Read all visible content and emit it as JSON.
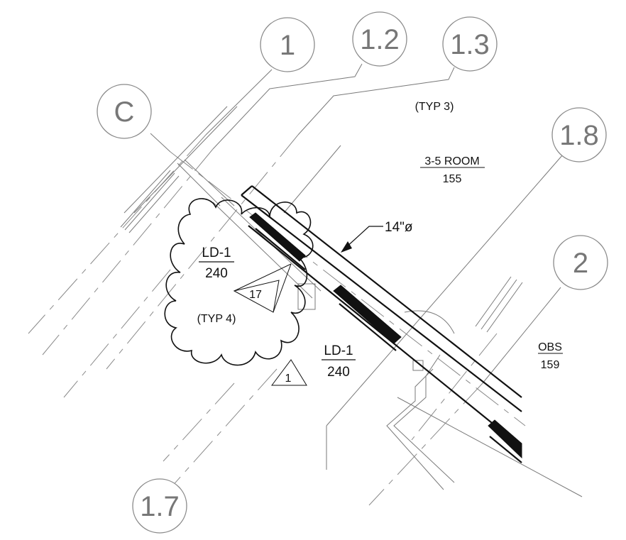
{
  "grid_bubbles": {
    "b1": "1",
    "b12": "1.2",
    "b13": "1.3",
    "bC": "C",
    "b18": "1.8",
    "b2": "2",
    "b17": "1.7"
  },
  "notes": {
    "typ3": "(TYP 3)",
    "typ4": "(TYP 4)",
    "pipe": "14\"ø"
  },
  "rooms": {
    "room_a_name": "3-5 ROOM",
    "room_a_number": "155",
    "room_b_name": "OBS",
    "room_b_number": "159"
  },
  "details": {
    "d1_top": "LD-1",
    "d1_bottom": "240",
    "d2_top": "LD-1",
    "d2_bottom": "240"
  },
  "tags": {
    "keynote": "17",
    "revision": "1"
  },
  "colors": {
    "ink": "#111111",
    "grid_gray": "#8a8a8a"
  }
}
